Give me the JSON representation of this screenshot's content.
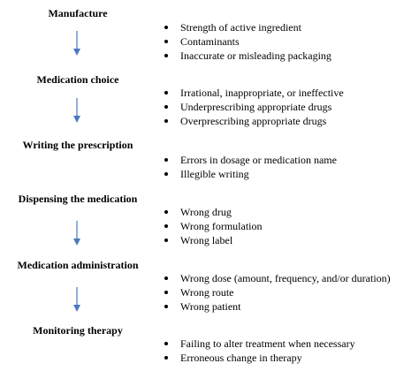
{
  "colors": {
    "arrow": "#4a78c0",
    "text": "#000000",
    "background": "#ffffff"
  },
  "stages": [
    {
      "title": "Manufacture",
      "issues": [
        "Strength of active ingredient",
        "Contaminants",
        "Inaccurate or misleading packaging"
      ]
    },
    {
      "title": "Medication choice",
      "issues": [
        "Irrational, inappropriate, or ineffective",
        "Underprescribing appropriate drugs",
        "Overprescribing appropriate drugs"
      ]
    },
    {
      "title": "Writing the prescription",
      "issues": [
        "Errors in dosage or medication name",
        "Illegible writing"
      ]
    },
    {
      "title": "Dispensing the medication",
      "issues": [
        "Wrong drug",
        "Wrong formulation",
        "Wrong label"
      ]
    },
    {
      "title": "Medication administration",
      "issues": [
        "Wrong dose (amount, frequency, and/or duration)",
        "Wrong route",
        "Wrong patient"
      ]
    },
    {
      "title": "Monitoring therapy",
      "issues": [
        "Failing to alter treatment when necessary",
        "Erroneous change in therapy"
      ]
    }
  ]
}
